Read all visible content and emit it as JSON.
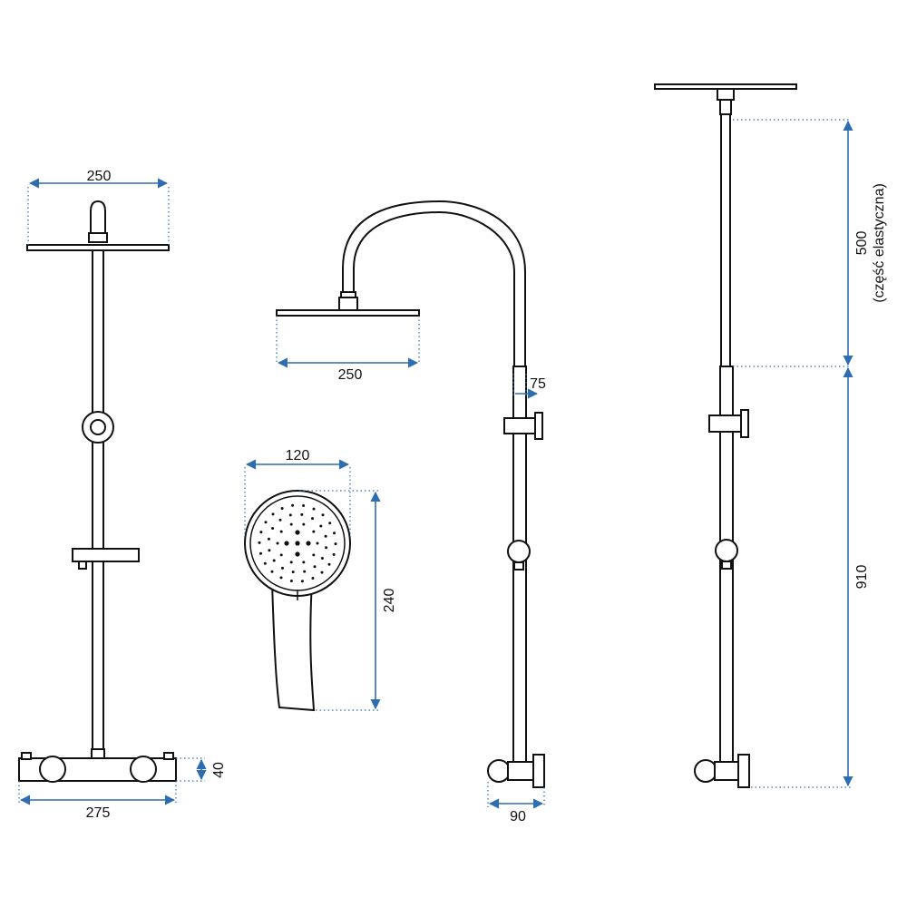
{
  "colors": {
    "line": "#111111",
    "dimension": "#2f6db3",
    "background": "#ffffff"
  },
  "front_view": {
    "head_width": "250",
    "mixer_width": "275",
    "mixer_height": "40"
  },
  "side_view": {
    "head_width": "250",
    "rail_offset": "75",
    "base_depth": "90"
  },
  "hand_shower": {
    "width": "120",
    "length": "240"
  },
  "rear_view": {
    "upper_height": "500",
    "upper_note": "(część elastyczna)",
    "lower_height": "910"
  }
}
